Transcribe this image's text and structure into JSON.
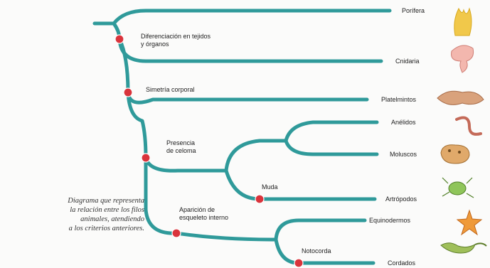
{
  "caption": [
    "Diagrama que representa",
    "la relación entre los filos",
    "animales, atendiendo",
    "a los criterios anteriores."
  ],
  "characters": {
    "tissues": [
      "Diferenciación en tejidos",
      "y órganos"
    ],
    "symmetry": "Simetría corporal",
    "coelom": [
      "Presencia",
      "de celoma"
    ],
    "molt": "Muda",
    "skeleton": [
      "Aparición de",
      "esqueleto interno"
    ],
    "notochord": "Notocorda"
  },
  "taxa": {
    "porifera": "Porífera",
    "cnidaria": "Cnidaria",
    "platyhelminthes": "Platelmintos",
    "annelids": "Anélidos",
    "molluscs": "Moluscos",
    "arthropods": "Artrópodos",
    "echinoderms": "Equinodermos",
    "chordates": "Cordados"
  },
  "colors": {
    "branch": "#2f9a9a",
    "node": "#d9343c"
  }
}
